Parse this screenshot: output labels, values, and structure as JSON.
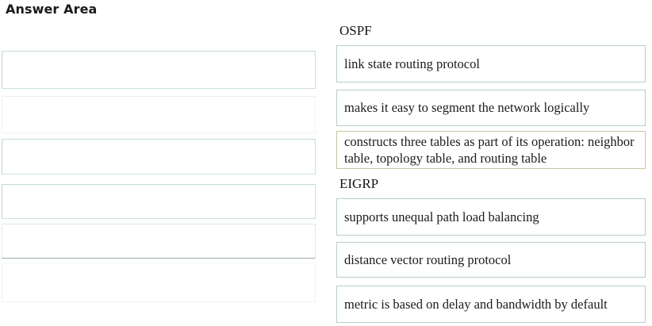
{
  "page": {
    "title": "Answer Area"
  },
  "answer_area": {
    "slots": [
      {
        "id": "slot-1",
        "value": ""
      },
      {
        "id": "slot-2",
        "value": ""
      },
      {
        "id": "slot-3",
        "value": ""
      },
      {
        "id": "slot-4",
        "value": ""
      },
      {
        "id": "slot-5",
        "value": ""
      },
      {
        "id": "slot-6",
        "value": ""
      }
    ]
  },
  "source_column": {
    "groups": [
      {
        "label": "OSPF",
        "items": [
          {
            "text": "link state routing protocol"
          },
          {
            "text": "makes it easy to segment the network logically"
          },
          {
            "text": "constructs three tables as part of its operation: neighbor table, topology table, and routing table"
          }
        ]
      },
      {
        "label": "EIGRP",
        "items": [
          {
            "text": "supports unequal path load balancing"
          },
          {
            "text": "distance vector routing protocol"
          },
          {
            "text": "metric is based on delay and bandwidth by default"
          }
        ]
      }
    ]
  },
  "colors": {
    "item_border": "#b9cdcb",
    "item_border_alt": "#c9c7a4",
    "slot_border": "#cfe0e3",
    "text": "#1b1b1b",
    "title_text": "#1a1a1a",
    "background": "#ffffff"
  }
}
